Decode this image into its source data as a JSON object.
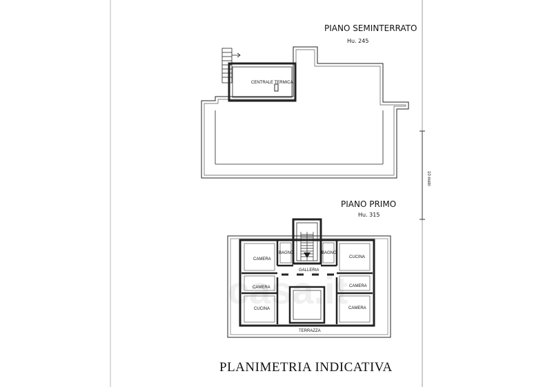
{
  "basement": {
    "title": "PIANO SEMINTERRATO",
    "height_note": "Hu. 245",
    "room_label": "CENTRALE TERMICA"
  },
  "first_floor": {
    "title": "PIANO PRIMO",
    "height_note": "Hu. 315",
    "rooms": {
      "camera_nw": "CAMERA",
      "bagno_w": "BAGNO",
      "bagno_e": "BAGNO",
      "cucina_ne": "CUCINA",
      "galleria": "GALLERIA",
      "camera_w": "CAMERA",
      "camera_e": "CAMERA",
      "cucina_sw": "CUCINA",
      "camera_se": "CAMERA",
      "terrazza": "TERRAZZA"
    }
  },
  "scale_note": "10 metri",
  "footer_title": "PLANIMETRIA INDICATIVA",
  "watermark": "casa.it"
}
